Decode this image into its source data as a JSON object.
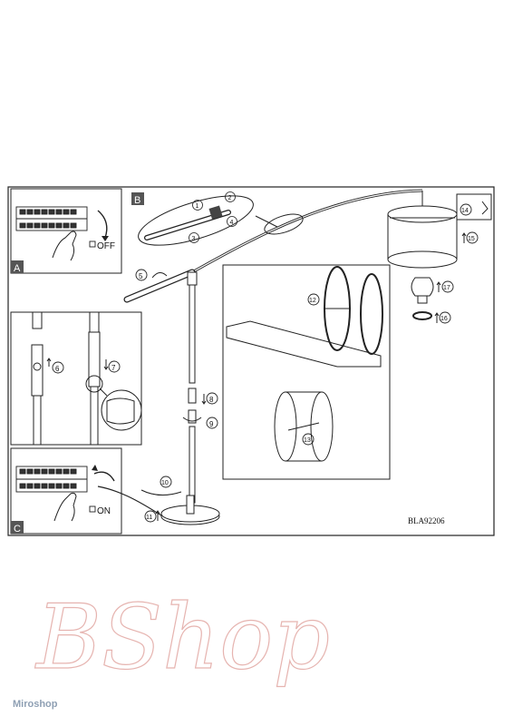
{
  "panels": {
    "a": {
      "letter": "A",
      "switch_label": "OFF"
    },
    "b": {
      "letter": "B"
    },
    "c": {
      "letter": "C",
      "switch_label": "ON"
    }
  },
  "steps": [
    "1",
    "2",
    "3",
    "4",
    "5",
    "6",
    "7",
    "8",
    "9",
    "10",
    "11",
    "12",
    "13",
    "14",
    "15",
    "16",
    "17"
  ],
  "model_code": "BLA92206",
  "watermark": {
    "brand": "BShop",
    "tagline": "",
    "footer_logo": "Miroshop"
  }
}
